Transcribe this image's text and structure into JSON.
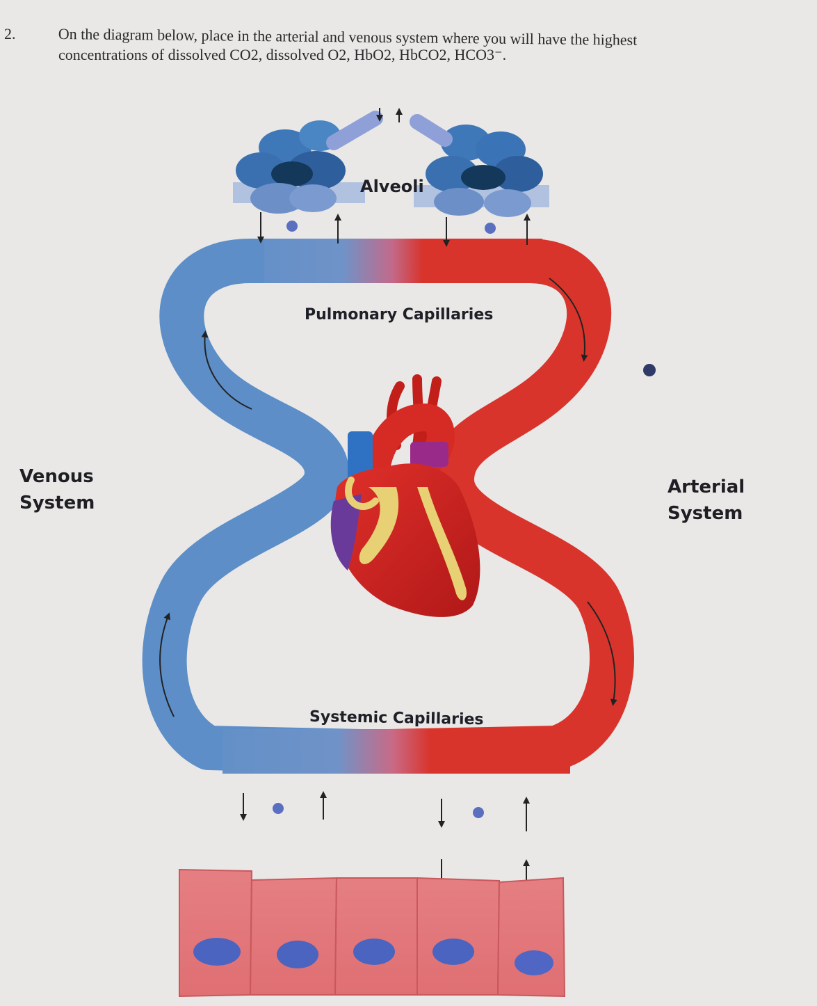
{
  "question": {
    "number": "2.",
    "line1": "On the diagram below, place in the arterial and venous system where you will have the highest",
    "line2": "concentrations of dissolved CO2, dissolved O2, HbO2, HbCO2, HCO3⁻."
  },
  "labels": {
    "alveoli": "Alveoli",
    "pulmonary": "Pulmonary Capillaries",
    "systemic": "Systemic Capillaries",
    "venous_line1": "Venous",
    "venous_line2": "System",
    "arterial_line1": "Arterial",
    "arterial_line2": "System"
  },
  "colors": {
    "venous_blue": "#5d8ec8",
    "arterial_red": "#d8342c",
    "heart_red": "#c8201c",
    "tissue_pink": "#e47a7c",
    "nucleus_blue": "#4a64c0",
    "alveoli_blue": "#3f78b8"
  }
}
